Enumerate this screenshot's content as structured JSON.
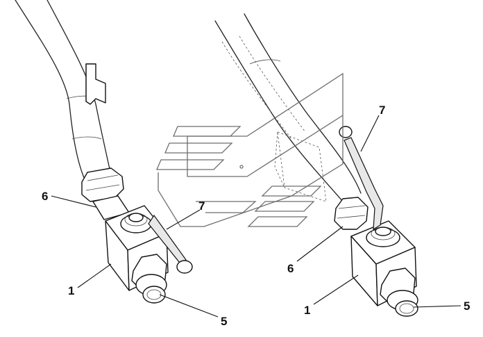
{
  "callouts": {
    "left_6": "6",
    "left_7": "7",
    "left_1": "1",
    "left_5": "5",
    "right_7": "7",
    "right_6": "6",
    "right_1": "1",
    "right_5": "5"
  },
  "watermark_icon": "stylized-logo-icon"
}
